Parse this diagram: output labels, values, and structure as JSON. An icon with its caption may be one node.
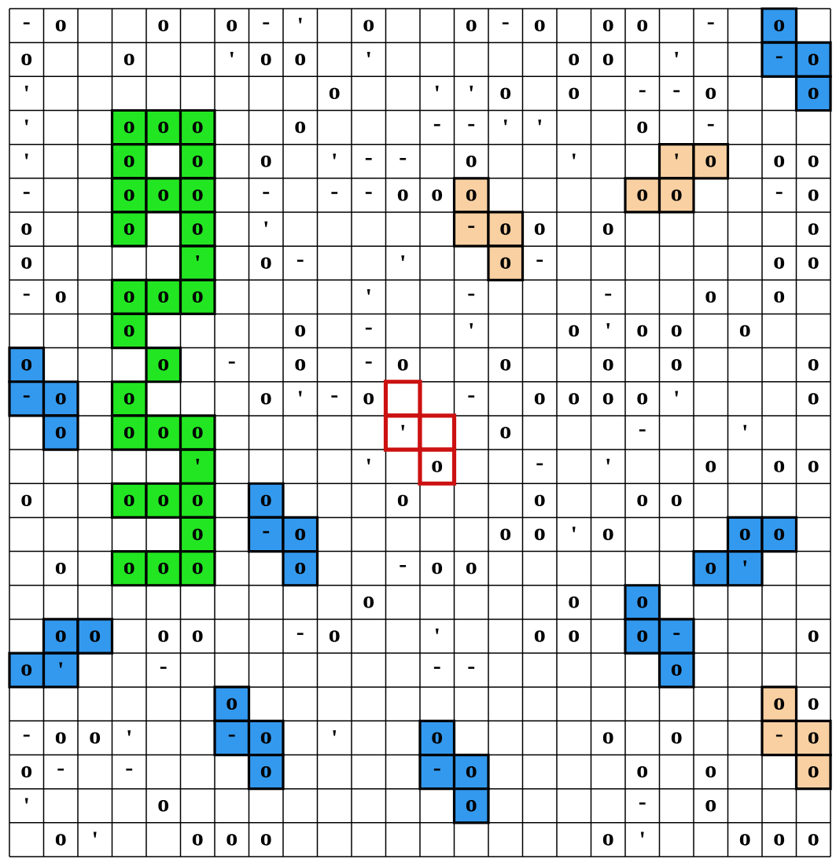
{
  "diagram": {
    "nodes": [
      {
        "text": [
          "o"
        ]
      },
      {
        "text": [
          "-"
        ]
      },
      {
        "text": [
          "o"
        ]
      },
      {
        "text": [
          "o"
        ]
      },
      {
        "text": [
          "o"
        ]
      },
      {
        "text": [
          "o"
        ]
      },
      {
        "text": [
          "o"
        ]
      },
      {
        "text": [
          "o"
        ]
      },
      {
        "text": [
          "o"
        ]
      },
      {
        "text": [
          "'"
        ]
      },
      {
        "text": [
          "o"
        ]
      },
      {
        "text": [
          "o"
        ]
      },
      {
        "text": [
          "o"
        ]
      },
      {
        "text": [
          "o"
        ]
      },
      {
        "text": [
          "o"
        ]
      },
      {
        "text": [
          "o"
        ]
      },
      {
        "text": [
          "o"
        ]
      },
      {
        "text": [
          "o"
        ]
      },
      {
        "text": [
          "o"
        ]
      },
      {
        "text": [
          "-"
        ]
      },
      {
        "text": [
          "o"
        ]
      },
      {
        "text": [
          "'"
        ]
      },
      {
        "text": [
          "o"
        ]
      },
      {
        "text": [
          "o"
        ]
      },
      {
        "text": [
          "o"
        ]
      },
      {
        "text": [
          "o"
        ]
      },
      {
        "text": [
          "o"
        ]
      },
      {
        "text": [
          "o"
        ]
      },
      {
        "text": [
          "o"
        ]
      },
      {
        "text": [
          "-"
        ]
      },
      {
        "text": [
          "o"
        ]
      },
      {
        "text": [
          "o"
        ]
      },
      {
        "text": [],
        "shape": "box"
      },
      {
        "text": [
          "o"
        ]
      },
      {
        "text": [
          "o"
        ]
      },
      {
        "text": [
          "o"
        ]
      },
      {
        "text": [
          "o"
        ]
      },
      {
        "text": [
          "'"
        ]
      },
      {
        "text": [],
        "shape": "box"
      },
      {
        "text": [
          "'"
        ]
      },
      {
        "text": [
          "o"
        ]
      },
      {
        "text": [
          "o"
        ]
      },
      {
        "text": [
          "o"
        ]
      },
      {
        "text": [
          "o"
        ]
      },
      {
        "text": [
          "o"
        ]
      },
      {
        "text": [
          "o"
        ]
      },
      {
        "text": [
          "-"
        ]
      },
      {
        "text": [
          "o"
        ]
      },
      {
        "text": [
          "o"
        ]
      },
      {
        "text": [
          "o"
        ]
      },
      {
        "text": [
          "o"
        ]
      },
      {
        "text": [
          "o"
        ]
      },
      {
        "text": [
          "o"
        ]
      },
      {
        "text": [
          "o"
        ]
      },
      {
        "text": [
          "o"
        ]
      },
      {
        "text": [
          "'"
        ]
      },
      {
        "text": [
          "o"
        ]
      },
      {
        "text": [
          "o"
        ]
      },
      {
        "text": [
          "o"
        ]
      },
      {
        "text": [
          "o"
        ]
      },
      {
        "text": [
          "-"
        ]
      },
      {
        "text": [
          "o"
        ]
      },
      {
        "text": [
          "'"
        ]
      },
      {
        "text": [
          "o"
        ]
      },
      {
        "text": [
          "o"
        ]
      },
      {
        "text": [
          "o"
        ]
      },
      {
        "text": [
          "-"
        ]
      },
      {
        "text": [
          "o"
        ]
      },
      {
        "text": [
          "o"
        ]
      },
      {
        "text": [
          "-"
        ]
      },
      {
        "text": [
          "o"
        ]
      },
      {
        "text": [
          "o"
        ]
      },
      {
        "text": [
          "-"
        ]
      },
      {
        "text": [
          "o"
        ]
      },
      {
        "text": [
          "o"
        ]
      },
      {
        "text": [
          "o"
        ]
      }
    ],
    "labels": [
      "-",
      "o",
      "o",
      "o",
      "-",
      "'",
      "o",
      "o",
      "-",
      "o",
      "o",
      "o",
      "-",
      "o",
      "o",
      "'",
      "o",
      "o",
      "'",
      "o",
      "o",
      "'",
      "'",
      "o",
      "'",
      "'",
      "o",
      "o",
      "-",
      "-",
      "o",
      "'",
      "o",
      "-",
      "-",
      "'",
      "'",
      "o",
      "-",
      "'",
      "o",
      "'",
      "-",
      "-",
      "o",
      "'",
      "o",
      "o",
      "-",
      "-",
      "-",
      "-",
      "o",
      "o",
      "-",
      "o",
      "o",
      "'",
      "o",
      "o",
      "o",
      "o",
      "o",
      "-",
      "'",
      "-",
      "o",
      "o",
      "-",
      "o",
      "'",
      "-",
      "-",
      "o",
      "o",
      "o",
      "-",
      "'",
      "o",
      "'",
      "o",
      "o",
      "o",
      "-",
      "o",
      "-",
      "o",
      "o",
      "o",
      "o",
      "o",
      "o",
      "'",
      "-",
      "o",
      "-",
      "o",
      "o",
      "o",
      "o",
      "'",
      "o",
      "o",
      "-",
      "'",
      "'",
      "-",
      "'",
      "o",
      "o",
      "o",
      "o",
      "o",
      "o",
      "o",
      "o",
      "o",
      "o",
      "'",
      "o",
      "o",
      "-",
      "o",
      "o",
      "o",
      "o",
      "o",
      "o",
      "-",
      "o",
      "'",
      "o",
      "o",
      "o",
      "-",
      "-",
      "-",
      "o",
      "-",
      "o",
      "o",
      "'",
      "'",
      "o",
      "o",
      "o",
      "-",
      "-",
      "o",
      "o",
      "'",
      "o",
      "-",
      "o",
      "o",
      "'",
      "o",
      "o",
      "o",
      "o",
      "'",
      "o",
      "o",
      "o"
    ]
  }
}
